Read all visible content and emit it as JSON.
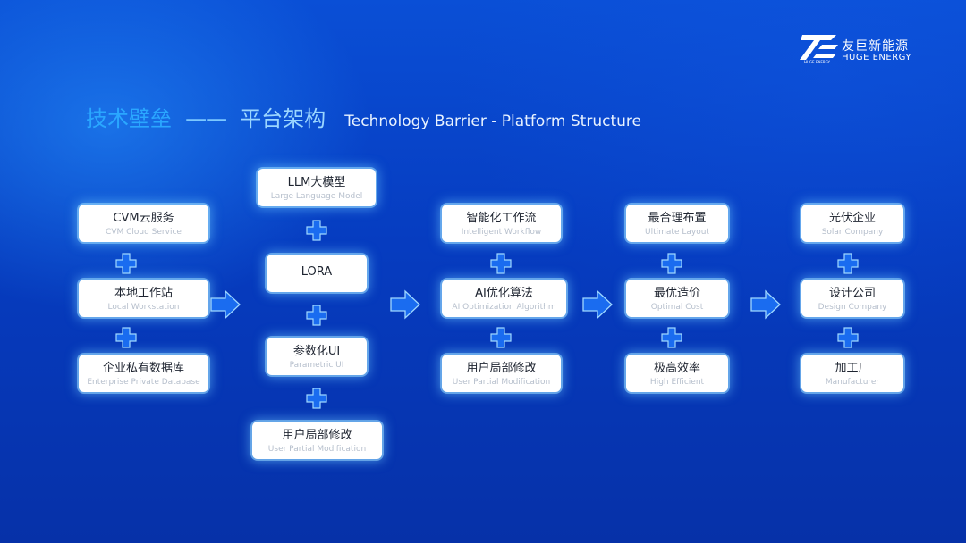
{
  "brand": {
    "name_cn": "友巨新能源",
    "name_en": "HUGE ENERGY",
    "mark_caption": "HUGE ENERGY",
    "mark_color": "#ffffff"
  },
  "title": {
    "part1": "技术壁垒",
    "dash": "——",
    "part2": "平台架构",
    "english": "Technology Barrier - Platform Structure"
  },
  "columns": [
    {
      "items": [
        {
          "cn": "CVM云服务",
          "en": "CVM Cloud Service"
        },
        {
          "cn": "本地工作站",
          "en": "Local Workstation"
        },
        {
          "cn": "企业私有数据库",
          "en": "Enterprise Private Database"
        }
      ]
    },
    {
      "items": [
        {
          "cn": "LLM大模型",
          "en": "Large Language Model"
        },
        {
          "cn": "LORA",
          "en": ""
        },
        {
          "cn": "参数化UI",
          "en": "Parametric UI"
        },
        {
          "cn": "用户局部修改",
          "en": "User Partial Modification"
        }
      ]
    },
    {
      "items": [
        {
          "cn": "智能化工作流",
          "en": "Intelligent Workflow"
        },
        {
          "cn": "AI优化算法",
          "en": "AI Optimization Algorithm"
        },
        {
          "cn": "用户局部修改",
          "en": "User Partial Modification"
        }
      ]
    },
    {
      "items": [
        {
          "cn": "最合理布置",
          "en": "Ultimate Layout"
        },
        {
          "cn": "最优造价",
          "en": "Optimal Cost"
        },
        {
          "cn": "极高效率",
          "en": "High Efficient"
        }
      ]
    },
    {
      "items": [
        {
          "cn": "光伏企业",
          "en": "Solar Company"
        },
        {
          "cn": "设计公司",
          "en": "Design Company"
        },
        {
          "cn": "加工厂",
          "en": "Manufacturer"
        }
      ]
    }
  ],
  "colors": {
    "accent_blue": "#2aa7ff",
    "plus_fill": "#1a6cf0",
    "plus_stroke": "#9fd8ff",
    "box_bg": "#ffffff"
  }
}
